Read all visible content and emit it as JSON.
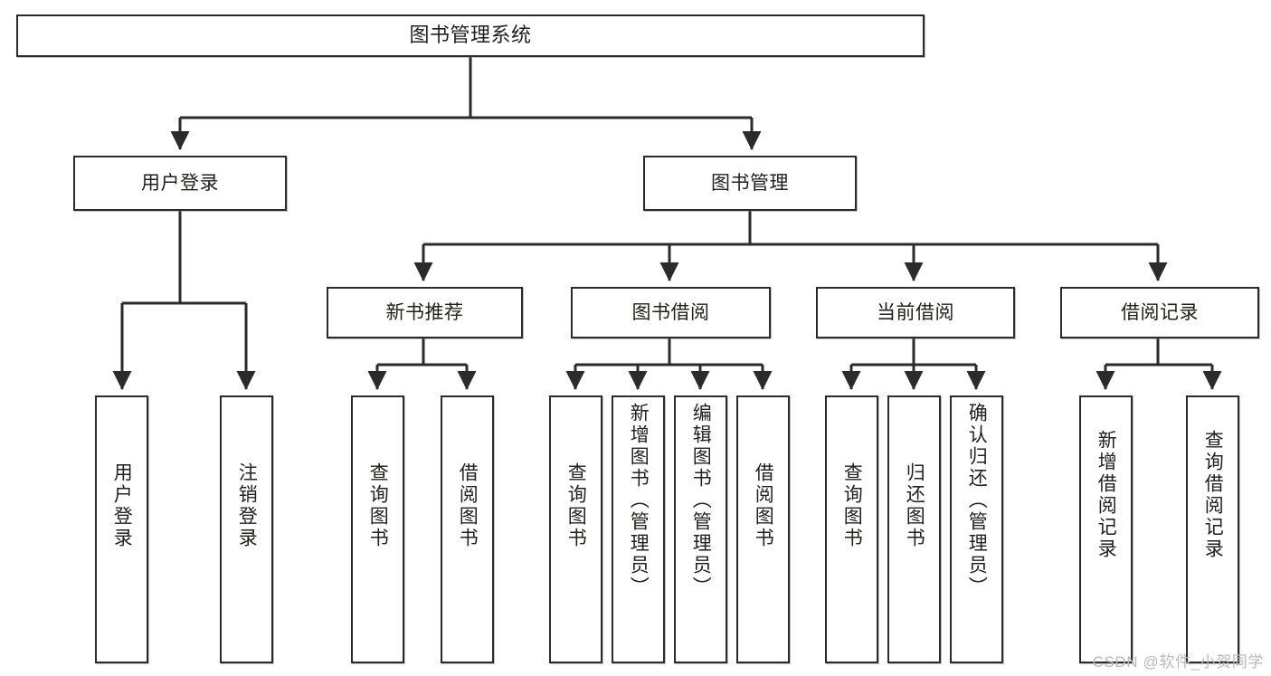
{
  "diagram": {
    "title": "图书管理系统",
    "type": "tree-hierarchy",
    "orientation": "top-down",
    "line_color": "#2b2b2b",
    "box_fill": "#ffffff",
    "text_color": "#23201d",
    "watermark": "CSDN @软件_小贺同学"
  },
  "nodes": {
    "root": {
      "label": "图书管理系统"
    },
    "level2": [
      {
        "id": "user-login",
        "label": "用户登录"
      },
      {
        "id": "book-manage",
        "label": "图书管理"
      }
    ],
    "level3": [
      {
        "id": "new-book-recommend",
        "label": "新书推荐"
      },
      {
        "id": "book-borrow",
        "label": "图书借阅"
      },
      {
        "id": "current-borrow",
        "label": "当前借阅"
      },
      {
        "id": "borrow-record",
        "label": "借阅记录"
      }
    ],
    "leaves": [
      {
        "id": "leaf-user-login",
        "label": "用户登录",
        "parent": "user-login"
      },
      {
        "id": "leaf-logout-login",
        "label": "注销登录",
        "parent": "user-login"
      },
      {
        "id": "leaf-query-book-1",
        "label": "查询图书",
        "parent": "new-book-recommend"
      },
      {
        "id": "leaf-borrow-book-1",
        "label": "借阅图书",
        "parent": "new-book-recommend"
      },
      {
        "id": "leaf-query-book-2",
        "label": "查询图书",
        "parent": "book-borrow"
      },
      {
        "id": "leaf-add-book",
        "label": "新增图书（管理员）",
        "parent": "book-borrow"
      },
      {
        "id": "leaf-edit-book",
        "label": "编辑图书（管理员）",
        "parent": "book-borrow"
      },
      {
        "id": "leaf-borrow-book-2",
        "label": "借阅图书",
        "parent": "book-borrow"
      },
      {
        "id": "leaf-query-book-3",
        "label": "查询图书",
        "parent": "current-borrow"
      },
      {
        "id": "leaf-return-book",
        "label": "归还图书",
        "parent": "current-borrow"
      },
      {
        "id": "leaf-confirm-return",
        "label": "确认归还（管理员）",
        "parent": "current-borrow"
      },
      {
        "id": "leaf-add-record",
        "label": "新增借阅记录",
        "parent": "borrow-record"
      },
      {
        "id": "leaf-query-record",
        "label": "查询借阅记录",
        "parent": "borrow-record"
      }
    ]
  }
}
